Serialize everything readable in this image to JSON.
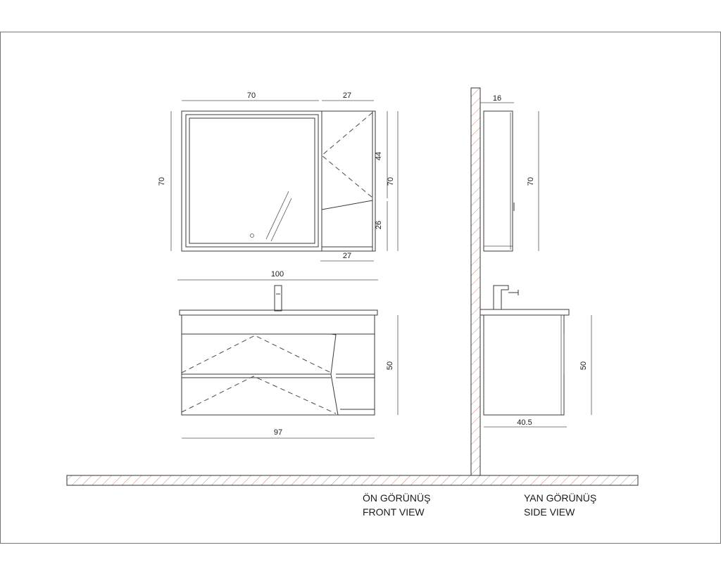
{
  "dimensions": {
    "mirror_width": "70",
    "mirror_cabinet_width": "27",
    "mirror_height_left": "70",
    "cabinet_upper_height": "44",
    "cabinet_total_height": "70",
    "cabinet_lower_height": "26",
    "cabinet_bottom_width": "27",
    "vanity_total_width": "100",
    "vanity_height": "50",
    "vanity_body_width": "97",
    "side_cabinet_depth": "16",
    "side_cabinet_height": "70",
    "side_vanity_height": "50",
    "side_vanity_depth": "40.5"
  },
  "captions": {
    "front_tr": "ÖN GÖRÜNÜŞ",
    "front_en": "FRONT VIEW",
    "side_tr": "YAN GÖRÜNÜŞ",
    "side_en": "SIDE VIEW"
  }
}
